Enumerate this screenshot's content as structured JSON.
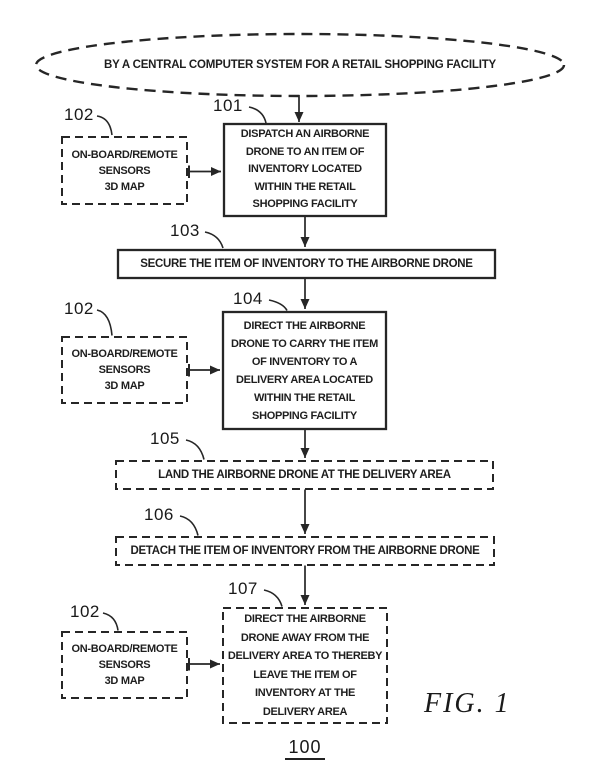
{
  "figure": {
    "label": "FIG. 1",
    "number": "100"
  },
  "ellipse": {
    "text": "BY A CENTRAL COMPUTER SYSTEM FOR A RETAIL SHOPPING FACILITY"
  },
  "refs": {
    "n101": "101",
    "n102": "102",
    "n103": "103",
    "n104": "104",
    "n105": "105",
    "n106": "106",
    "n107": "107"
  },
  "boxes": {
    "b101": {
      "text": "DISPATCH AN AIRBORNE\nDRONE TO AN ITEM OF\nINVENTORY LOCATED\nWITHIN THE RETAIL\nSHOPPING FACILITY",
      "border": "solid"
    },
    "b102": {
      "text": "ON-BOARD/REMOTE\nSENSORS\n3D MAP",
      "border": "dashed"
    },
    "b103": {
      "text": "SECURE THE ITEM OF INVENTORY TO THE AIRBORNE DRONE",
      "border": "solid"
    },
    "b104": {
      "text": "DIRECT THE AIRBORNE\nDRONE TO CARRY THE ITEM\nOF INVENTORY TO A\nDELIVERY AREA LOCATED\nWITHIN THE RETAIL\nSHOPPING FACILITY",
      "border": "solid"
    },
    "b105": {
      "text": "LAND THE AIRBORNE DRONE AT THE DELIVERY AREA",
      "border": "dashed"
    },
    "b106": {
      "text": "DETACH THE ITEM OF INVENTORY FROM THE AIRBORNE DRONE",
      "border": "dashed"
    },
    "b107": {
      "text": "DIRECT THE AIRBORNE\nDRONE AWAY FROM THE\nDELIVERY AREA TO THEREBY\nLEAVE THE ITEM OF\nINVENTORY AT THE\nDELIVERY AREA",
      "border": "dashed"
    }
  },
  "colors": {
    "ink": "#262626",
    "background": "#ffffff"
  }
}
